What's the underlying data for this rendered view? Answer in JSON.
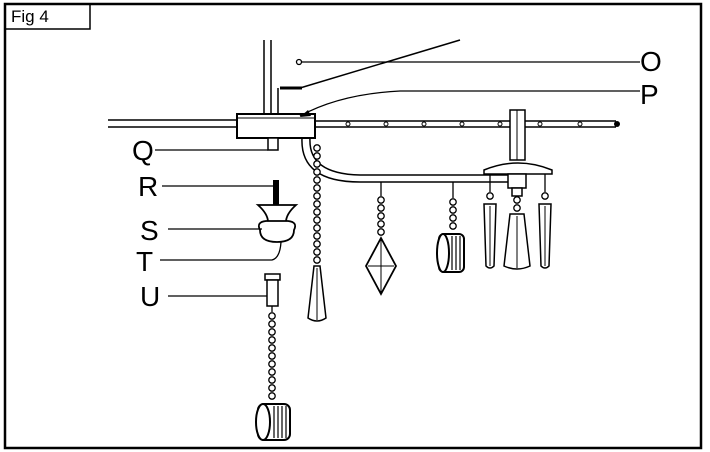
{
  "figure": {
    "title": "Fig 4",
    "labels": {
      "O": "O",
      "P": "P",
      "Q": "Q",
      "R": "R",
      "S": "S",
      "T": "T",
      "U": "U"
    }
  }
}
